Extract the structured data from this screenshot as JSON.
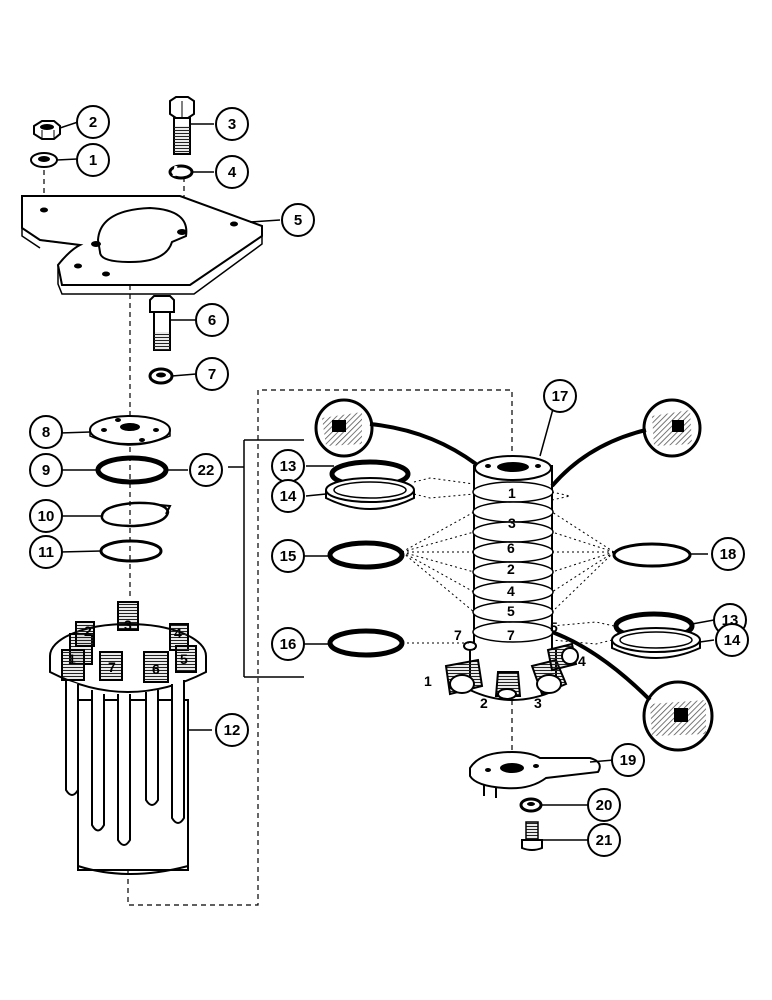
{
  "callouts": [
    {
      "num": "1"
    },
    {
      "num": "2"
    },
    {
      "num": "3"
    },
    {
      "num": "4"
    },
    {
      "num": "5"
    },
    {
      "num": "6"
    },
    {
      "num": "7"
    },
    {
      "num": "8"
    },
    {
      "num": "9"
    },
    {
      "num": "10"
    },
    {
      "num": "11"
    },
    {
      "num": "12"
    },
    {
      "num": "13"
    },
    {
      "num": "14"
    },
    {
      "num": "15"
    },
    {
      "num": "16"
    },
    {
      "num": "17"
    },
    {
      "num": "18"
    },
    {
      "num": "19"
    },
    {
      "num": "20"
    },
    {
      "num": "21"
    },
    {
      "num": "22"
    },
    {
      "num": "13"
    },
    {
      "num": "14"
    }
  ],
  "manifold_ports": [
    "1",
    "2",
    "3",
    "4",
    "5",
    "6",
    "7"
  ],
  "swivel_rings": [
    "1",
    "3",
    "6",
    "2",
    "4",
    "5",
    "7"
  ],
  "swivel_ports": {
    "p1": "1",
    "p2": "2",
    "p3": "3",
    "p4": "4",
    "p5": "5",
    "p7": "7"
  },
  "colors": {
    "ink": "#000000",
    "hatch": "#555555"
  }
}
